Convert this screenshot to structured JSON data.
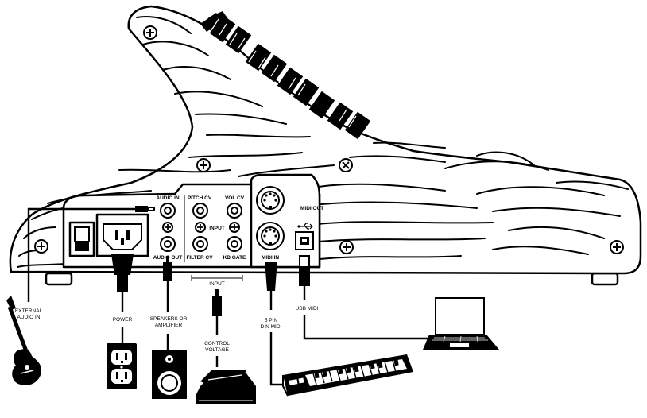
{
  "panel": {
    "audio_in": "AUDIO IN",
    "audio_out": "AUDIO OUT",
    "pitch_cv": "PITCH CV",
    "vol_cv": "VOL CV",
    "input": "INPUT",
    "filter_cv": "FILTER CV",
    "kb_gate": "KB GATE",
    "midi_out": "MIDI OUT",
    "midi_in": "MIDI IN"
  },
  "labels": {
    "external_audio_in_1": "EXTERNAL",
    "external_audio_in_2": "AUDIO IN",
    "power": "POWER",
    "speakers_1": "SPEAKERS OR",
    "speakers_2": "AMPLIFIER",
    "input_bracket": "INPUT",
    "control_voltage_1": "CONTROL",
    "control_voltage_2": "VOLTAGE",
    "din_midi_1": "5 PIN",
    "din_midi_2": "DIN MIDI",
    "usb_midi": "USB MIDI"
  },
  "icons": [
    "power-outlet-icon",
    "speaker-icon",
    "expression-pedal-icon",
    "keyboard-icon",
    "laptop-icon",
    "guitar-icon",
    "usb-icon"
  ],
  "colors": {
    "ink": "#000000",
    "paper": "#ffffff"
  }
}
